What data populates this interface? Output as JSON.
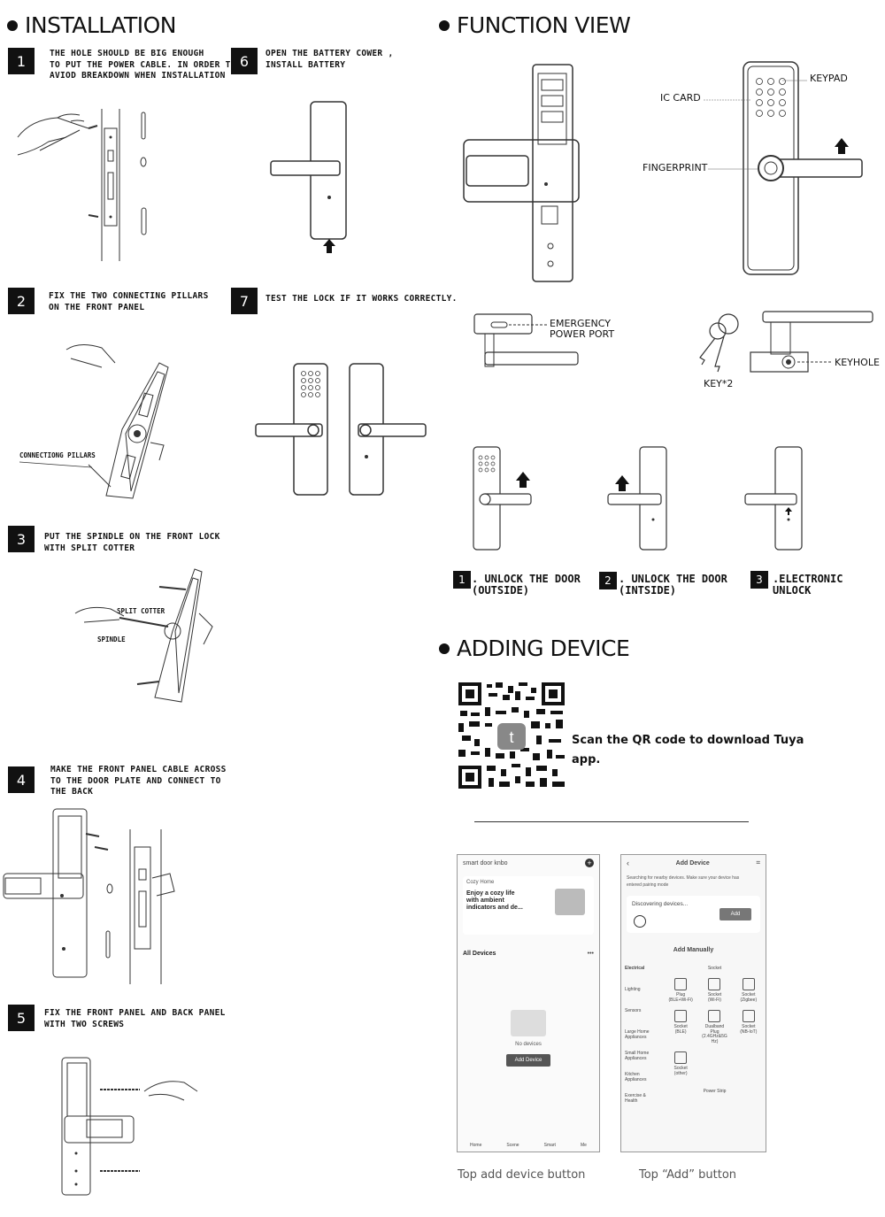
{
  "installation": {
    "title": "INSTALLATION",
    "steps": [
      {
        "num": "1",
        "text": "THE HOLE SHOULD BE BIG ENOUGH\nTO PUT THE POWER CABLE. IN ORDER TO\nAVIOD BREAKDOWN WHEN INSTALLATION"
      },
      {
        "num": "2",
        "text": "FIX THE TWO CONNECTING PILLARS\nON THE FRONT PANEL",
        "callout": "CONNECTIONG PILLARS"
      },
      {
        "num": "3",
        "text": "PUT THE SPINDLE ON THE FRONT LOCK\nWITH SPLIT COTTER",
        "callout_a": "SPLIT COTTER",
        "callout_b": "SPINDLE"
      },
      {
        "num": "4",
        "text": "MAKE THE FRONT PANEL CABLE ACROSS\nTO THE DOOR PLATE AND CONNECT TO\nTHE BACK"
      },
      {
        "num": "5",
        "text": "FIX THE FRONT PANEL AND BACK PANEL\nWITH TWO SCREWS"
      },
      {
        "num": "6",
        "text": "OPEN THE BATTERY COWER ,\nINSTALL BATTERY"
      },
      {
        "num": "7",
        "text": "TEST THE LOCK IF IT WORKS CORRECTLY."
      }
    ]
  },
  "function_view": {
    "title": "FUNCTION VIEW",
    "labels": {
      "keypad": "KEYPAD",
      "ic_card": "IC CARD",
      "fingerprint": "FINGERPRINT",
      "emergency": "EMERGENCY\nPOWER PORT",
      "keyhole": "KEYHOLE",
      "key": "KEY*2"
    },
    "unlock": [
      {
        "num": "1",
        "text": ". UNLOCK THE DOOR\n  (OUTSIDE)"
      },
      {
        "num": "2",
        "text": ". UNLOCK THE DOOR\n  (INTSIDE)"
      },
      {
        "num": "3",
        "text": ".ELECTRONIC\nUNLOCK"
      }
    ]
  },
  "adding_device": {
    "title": "ADDING DEVICE",
    "qr_text": "Scan the QR code to download Tuya\napp.",
    "phone1": {
      "header": "smart door knbo",
      "cozy": "Cozy Home",
      "banner": "Enjoy a cozy life\nwith ambient\nindicators and de...",
      "all_devices": "All Devices",
      "no_devices": "No devices",
      "add_button": "Add Device",
      "tabs": [
        "Home",
        "Scene",
        "Smart",
        "Me"
      ],
      "caption": "Top add device button"
    },
    "phone2": {
      "header": "Add Device",
      "searching": "Searching for nearby devices. Make sure your device has\nentered pairing mode",
      "discovering": "Discovering devices...",
      "add": "Add",
      "add_manually": "Add Manually",
      "categories": [
        "Electrical",
        "Lighting",
        "Sensors",
        "Large Home\nAppliances",
        "Small Home\nAppliances",
        "Kitchen\nAppliances",
        "Exercise &\nHealth"
      ],
      "socket_header": "Socket",
      "items": [
        "Plug\n(BLE+Wi-Fi)",
        "Socket\n(Wi-Fi)",
        "Socket\n(Zigbee)",
        "Socket\n(BLE)",
        "Dualband\nPlug\n(2.4GHz&5G\nHz)",
        "Socket\n(NB-IoT)",
        "Socket\n(other)"
      ],
      "power_strip": "Power Strip",
      "caption": "Top  “Add”  button"
    }
  }
}
